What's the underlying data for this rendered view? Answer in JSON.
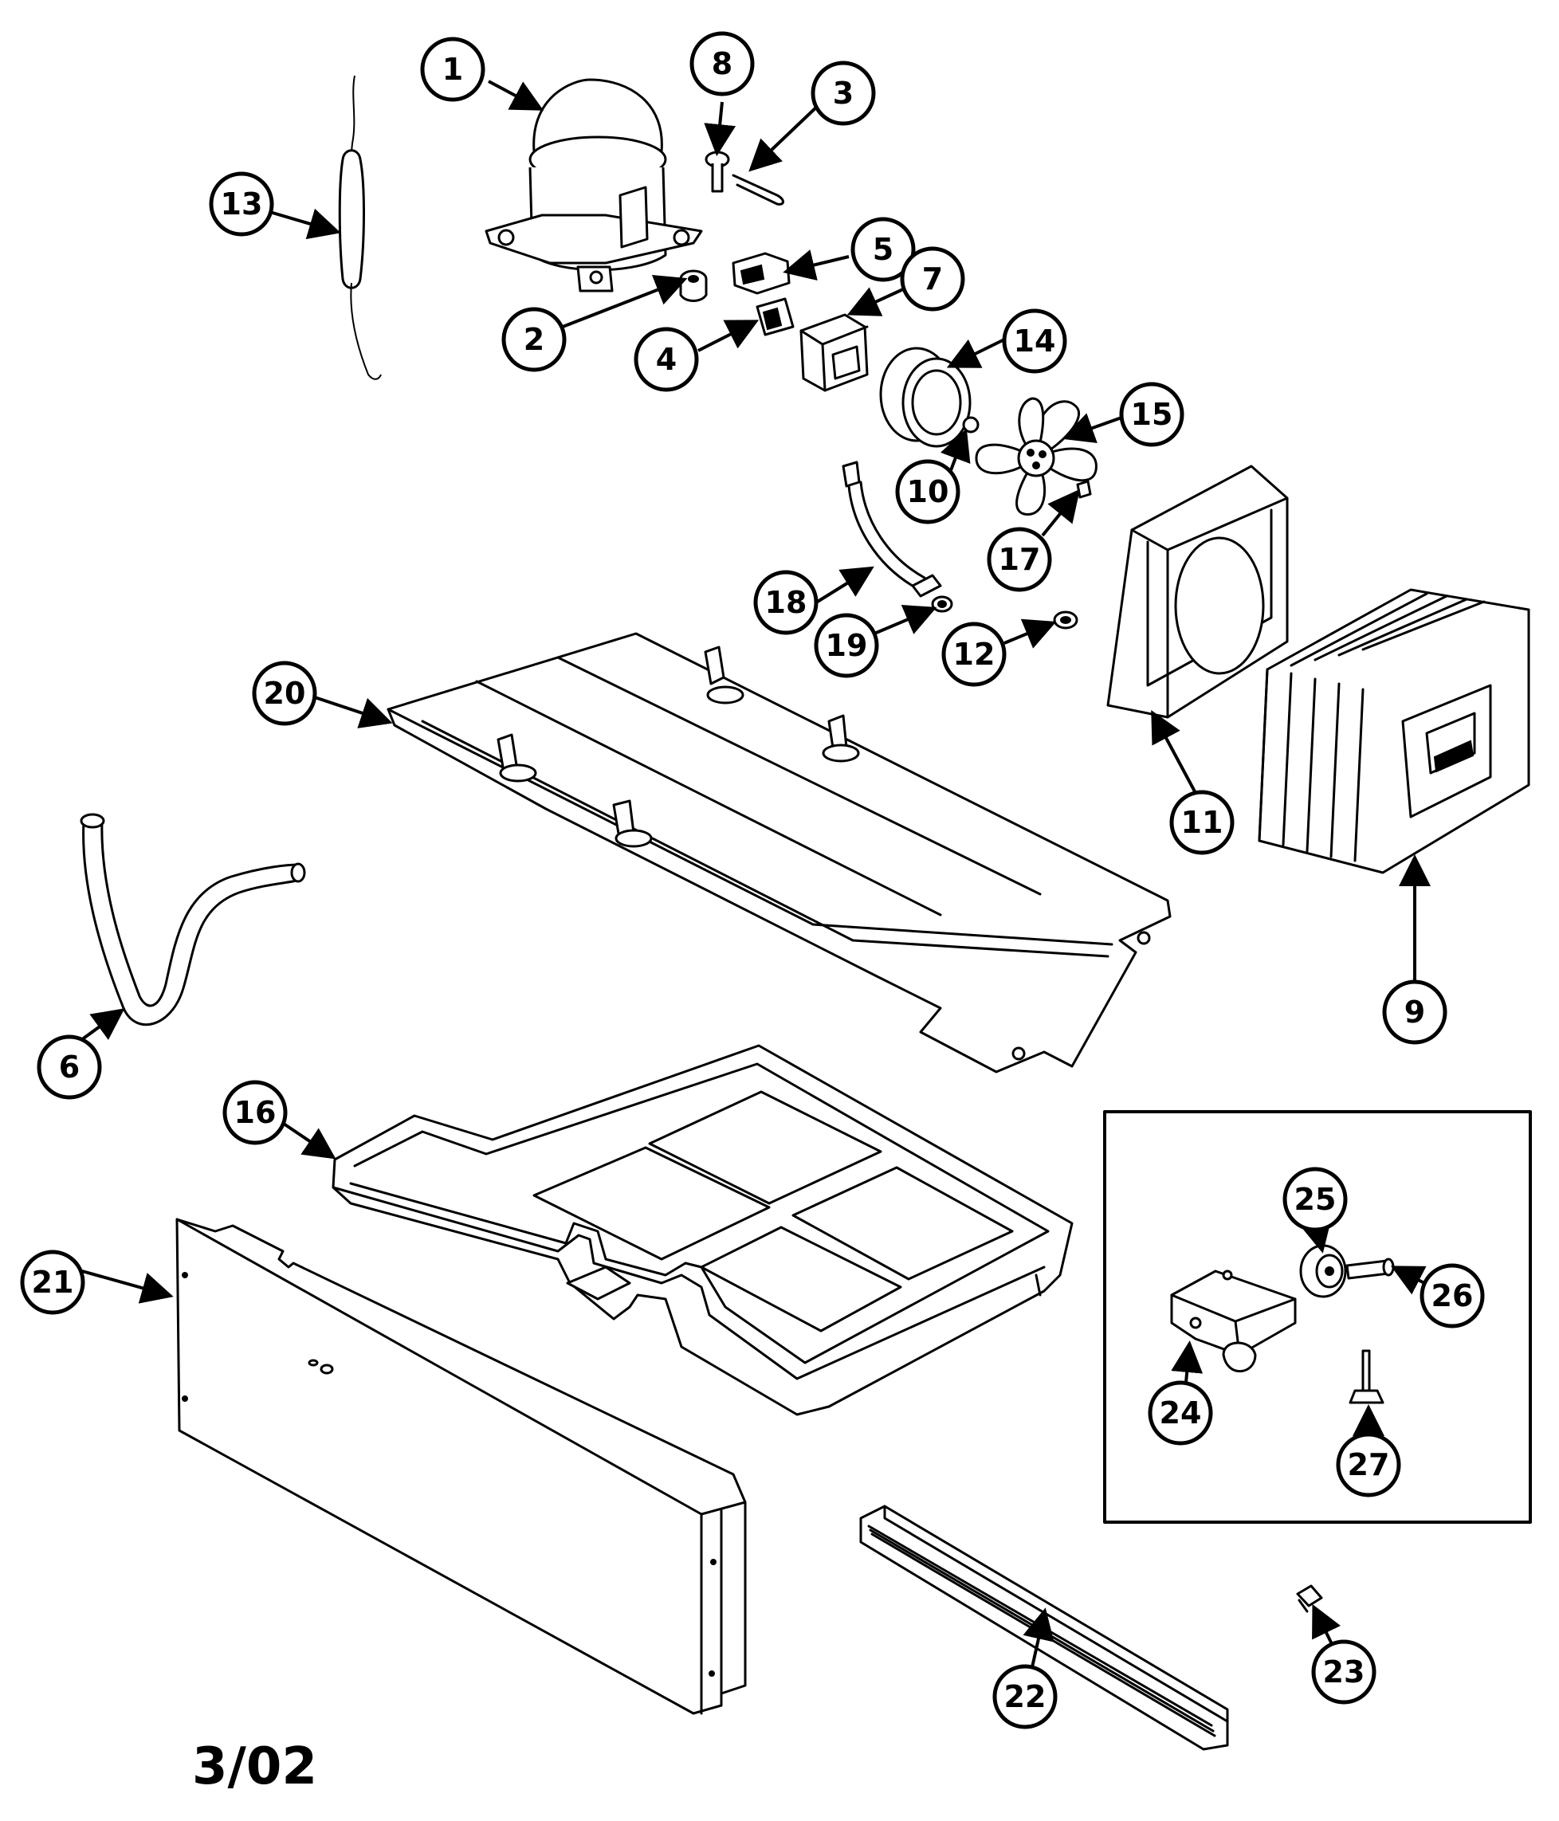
{
  "callouts": [
    "1",
    "2",
    "3",
    "4",
    "5",
    "6",
    "7",
    "8",
    "9",
    "10",
    "11",
    "12",
    "13",
    "14",
    "15",
    "16",
    "17",
    "18",
    "19",
    "20",
    "21",
    "22",
    "23",
    "24",
    "25",
    "26",
    "27"
  ],
  "date_code": "3/02"
}
